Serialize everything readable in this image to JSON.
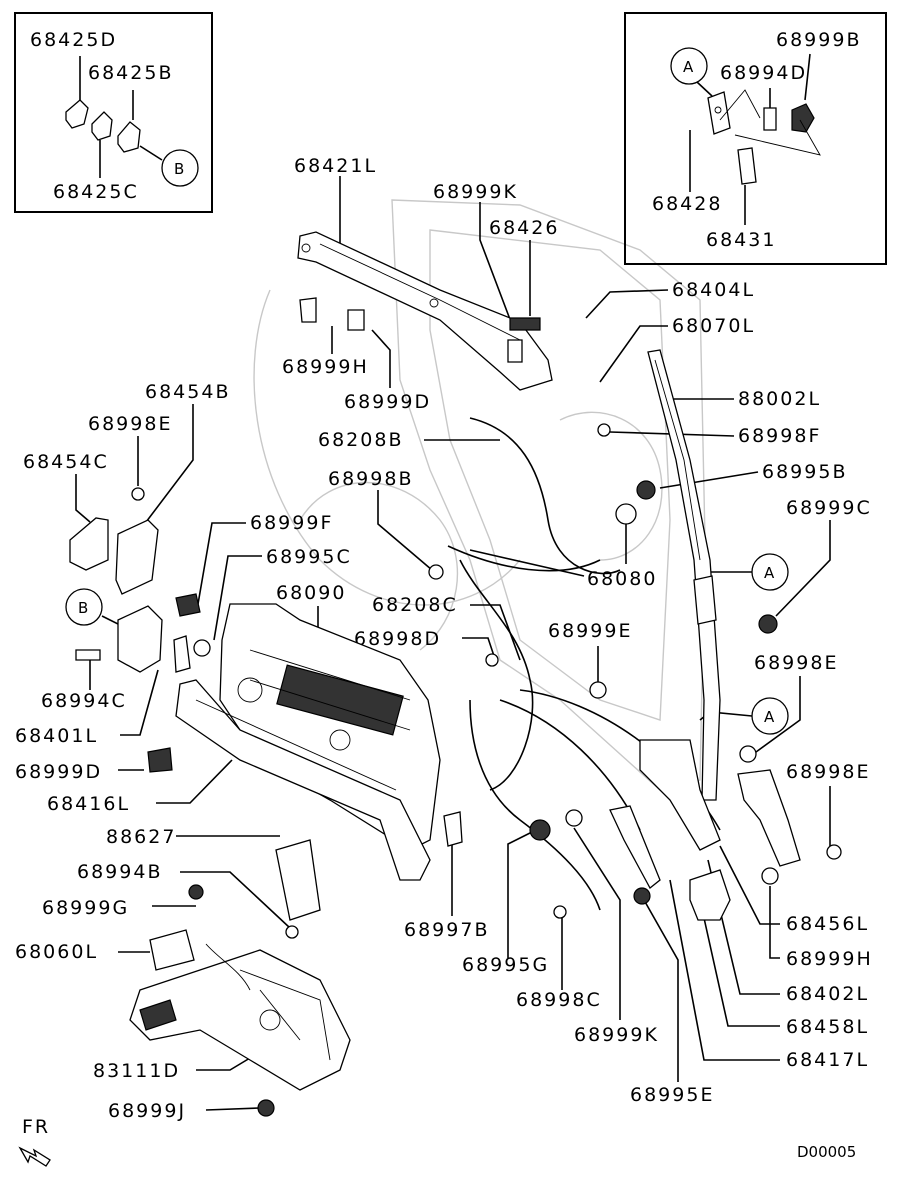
{
  "diagram_id": "D00005",
  "direction_label": "FR",
  "callouts": {
    "A": "A",
    "B": "B"
  },
  "part_numbers": [
    "68425D",
    "68425B",
    "68425C",
    "68999B",
    "68994D",
    "68428",
    "68431",
    "68421L",
    "68999K",
    "68426",
    "68404L",
    "68070L",
    "88002L",
    "68998F",
    "68995B",
    "68999C",
    "68999H",
    "68999D",
    "68454B",
    "68998E",
    "68454C",
    "68208B",
    "68998B",
    "68999F",
    "68995C",
    "68090",
    "68080",
    "68208C",
    "68998D",
    "68999E",
    "68994C",
    "68401L",
    "68999D",
    "68416L",
    "68998E",
    "68998E",
    "88627",
    "68994B",
    "68999G",
    "68060L",
    "83111D",
    "68999J",
    "68997B",
    "68995G",
    "68998C",
    "68999K",
    "68995E",
    "68456L",
    "68999H",
    "68402L",
    "68458L",
    "68417L"
  ],
  "colors": {
    "line": "#000000",
    "background": "#ffffff",
    "watermark": "#c8c8c8"
  }
}
